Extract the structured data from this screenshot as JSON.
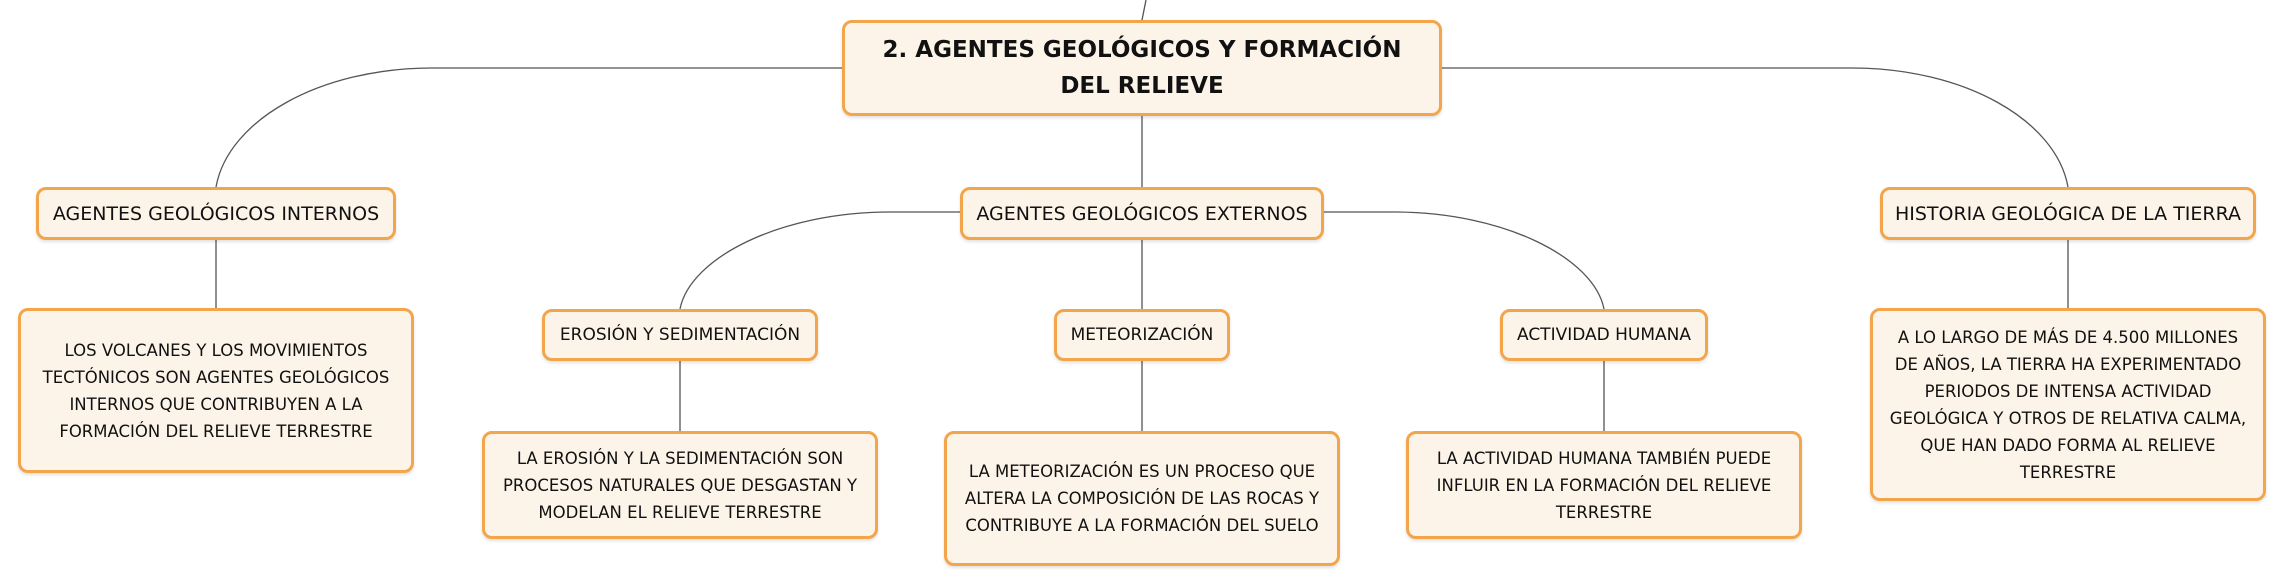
{
  "root": {
    "title": "2. AGENTES GEOLÓGICOS Y FORMACIÓN DEL RELIEVE"
  },
  "branches": {
    "internos": {
      "label": "AGENTES GEOLÓGICOS INTERNOS",
      "desc": "LOS VOLCANES Y LOS MOVIMIENTOS TECTÓNICOS SON AGENTES GEOLÓGICOS INTERNOS QUE CONTRIBUYEN A LA FORMACIÓN DEL RELIEVE TERRESTRE"
    },
    "externos": {
      "label": "AGENTES GEOLÓGICOS EXTERNOS",
      "children": {
        "erosion": {
          "label": "EROSIÓN Y SEDIMENTACIÓN",
          "desc": "LA EROSIÓN Y LA SEDIMENTACIÓN SON PROCESOS NATURALES QUE DESGASTAN Y MODELAN EL RELIEVE TERRESTRE"
        },
        "meteorizacion": {
          "label": "METEORIZACIÓN",
          "desc": "LA METEORIZACIÓN ES UN PROCESO QUE ALTERA LA COMPOSICIÓN DE LAS ROCAS Y CONTRIBUYE A LA FORMACIÓN DEL SUELO"
        },
        "humana": {
          "label": "ACTIVIDAD HUMANA",
          "desc": "LA ACTIVIDAD HUMANA TAMBIÉN PUEDE INFLUIR EN LA FORMACIÓN DEL RELIEVE TERRESTRE"
        }
      }
    },
    "historia": {
      "label": "HISTORIA GEOLÓGICA DE LA TIERRA",
      "desc": "A LO LARGO DE MÁS DE 4.500 MILLONES DE AÑOS, LA TIERRA HA EXPERIMENTADO PERIODOS DE INTENSA ACTIVIDAD GEOLÓGICA Y OTROS DE RELATIVA CALMA, QUE HAN DADO FORMA AL RELIEVE TERRESTRE"
    }
  },
  "colors": {
    "border": "#f2a54a",
    "fill": "#fdf4e9",
    "line": "#555555"
  }
}
